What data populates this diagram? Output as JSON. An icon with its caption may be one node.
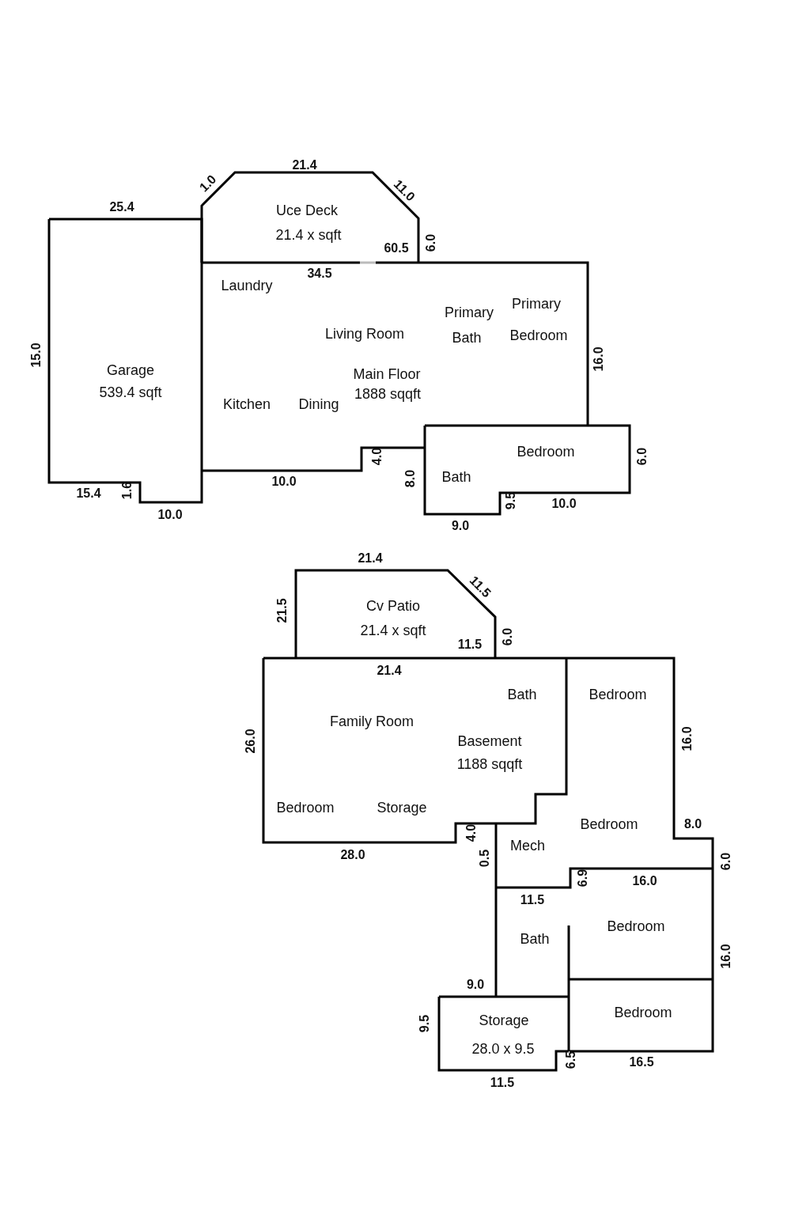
{
  "diagram": {
    "labels": [
      "21.4",
      "1.0",
      "11.0",
      "25.4",
      "Uce Deck",
      "21.4 x sqft",
      "60.5",
      "6.0",
      "34.5",
      "Laundry",
      "Primary",
      "Primary",
      "Living Room",
      "Bath",
      "Bedroom",
      "15.0",
      "16.0",
      "Garage",
      "Main Floor",
      "539.4 sqft",
      "1888 sqqft",
      "Kitchen",
      "Dining",
      "Bedroom",
      "4.0",
      "6.0",
      "Bath",
      "8.0",
      "10.0",
      "15.4",
      "1.6",
      "9.5",
      "10.0",
      "10.0",
      "9.0",
      "21.4",
      "11.5",
      "21.5",
      "Cv Patio",
      "21.4 x sqft",
      "6.0",
      "11.5",
      "21.4",
      "Bath",
      "Bedroom",
      "Family Room",
      "26.0",
      "16.0",
      "Basement",
      "1188 sqqft",
      "Bedroom",
      "Storage",
      "Bedroom",
      "8.0",
      "4.0",
      "Mech",
      "0.5",
      "28.0",
      "6.0",
      "6.9",
      "16.0",
      "11.5",
      "Bedroom",
      "Bath",
      "16.0",
      "9.0",
      "Bedroom",
      "9.5",
      "Storage",
      "28.0 x 9.5",
      "6.5",
      "16.5",
      "11.5"
    ]
  }
}
